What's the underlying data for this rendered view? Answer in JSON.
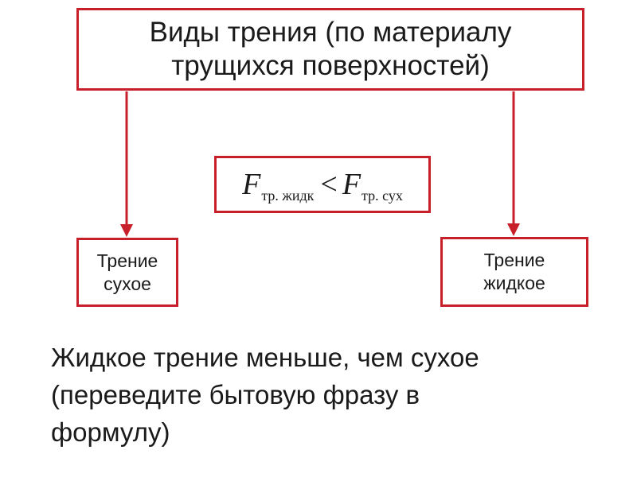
{
  "title": {
    "line1": "Виды трения (по материалу",
    "line2": "трущихся поверхностей)"
  },
  "formula": {
    "left_var": "F",
    "left_sub": "тр. жидк",
    "relation": "<",
    "right_var": "F",
    "right_sub": "тр. сух"
  },
  "dry_friction": {
    "line1": "Трение",
    "line2": "сухое"
  },
  "liquid_friction": {
    "line1": "Трение",
    "line2": "жидкое"
  },
  "note": {
    "line1": "Жидкое трение меньше, чем сухое",
    "line2": "(переведите бытовую фразу в",
    "line3": "формулу)"
  },
  "colors": {
    "accent": "#c8202a",
    "text": "#1a1a1a"
  }
}
